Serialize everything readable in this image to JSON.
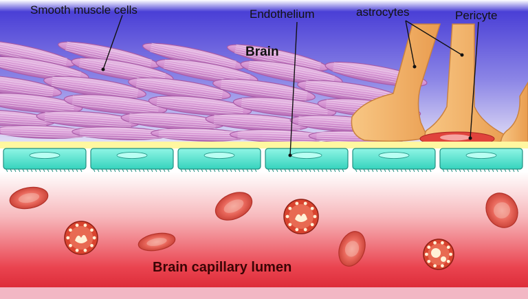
{
  "diagram": {
    "labels": {
      "smooth_muscle": "Smooth muscle cells",
      "endothelium": "Endothelium",
      "astrocytes": "astrocytes",
      "pericyte": "Pericyte",
      "brain": "Brain",
      "lumen": "Brain capillary lumen"
    },
    "colors": {
      "brain_top": "#4a3fd6",
      "brain_mid": "#b9b4ea",
      "muscle_fill": "#d9a0d5",
      "muscle_stroke": "#a85aa7",
      "astrocyte": "#f4b46a",
      "pericyte": "#e0433c",
      "endothelium": "#5fe8d4",
      "basement_membrane": "#fff7a0",
      "lumen_top": "#ffffff",
      "lumen_bottom": "#e0202e",
      "red_blood_cell": "#e8665a",
      "white_blood_cell": "#d9442f"
    },
    "icons": [
      "smooth-muscle-cell-icon",
      "astrocyte-foot-icon",
      "pericyte-icon",
      "endothelial-cell-icon",
      "red-blood-cell-icon",
      "white-blood-cell-icon"
    ]
  }
}
